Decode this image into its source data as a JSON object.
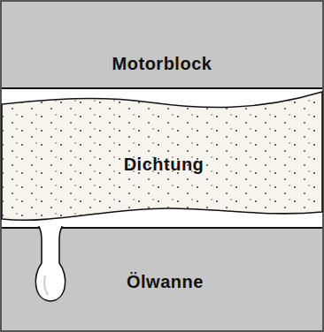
{
  "diagram": {
    "nodes": [
      {
        "text": [
          "Motorblock"
        ]
      },
      {
        "text": [
          "Dichtung"
        ]
      },
      {
        "text": [
          "Ölwanne"
        ]
      }
    ]
  }
}
